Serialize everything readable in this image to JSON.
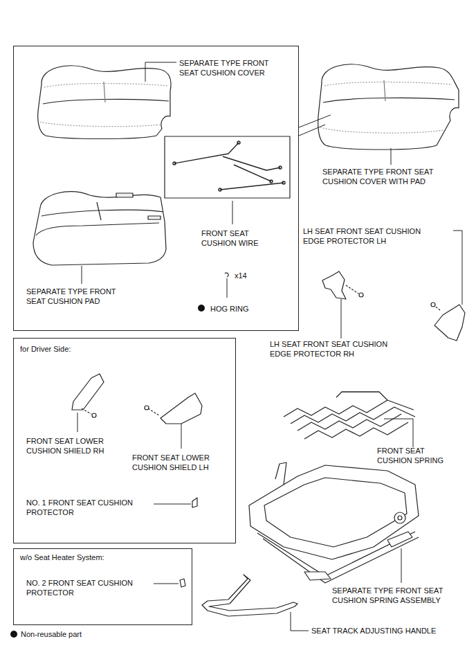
{
  "diagram": {
    "nodes": [
      {
        "text": [
          "SEPARATE TYPE FRONT SEAT CUSHION COVER",
          "FRONT SEAT CUSHION WIRE",
          "SEPARATE TYPE FRONT SEAT CUSHION PAD",
          "x14",
          "HOG RING"
        ]
      },
      {
        "text": [
          "for Driver Side:",
          "FRONT SEAT LOWER CUSHION SHIELD RH",
          "FRONT SEAT LOWER CUSHION SHIELD LH",
          "NO. 1 FRONT SEAT CUSHION PROTECTOR"
        ]
      },
      {
        "text": [
          "w/o Seat Heater System:",
          "NO. 2 FRONT SEAT CUSHION PROTECTOR"
        ]
      }
    ],
    "edges": [],
    "labels": [
      "SEPARATE TYPE FRONT SEAT CUSHION COVER WITH PAD",
      "LH SEAT FRONT SEAT CUSHION EDGE PROTECTOR LH",
      "LH SEAT FRONT SEAT CUSHION EDGE PROTECTOR RH",
      "FRONT SEAT CUSHION SPRING",
      "SEPARATE TYPE FRONT SEAT CUSHION SPRING ASSEMBLY",
      "SEAT TRACK ADJUSTING HANDLE"
    ],
    "legend": [
      {
        "text": "Non-reusable part"
      }
    ]
  }
}
